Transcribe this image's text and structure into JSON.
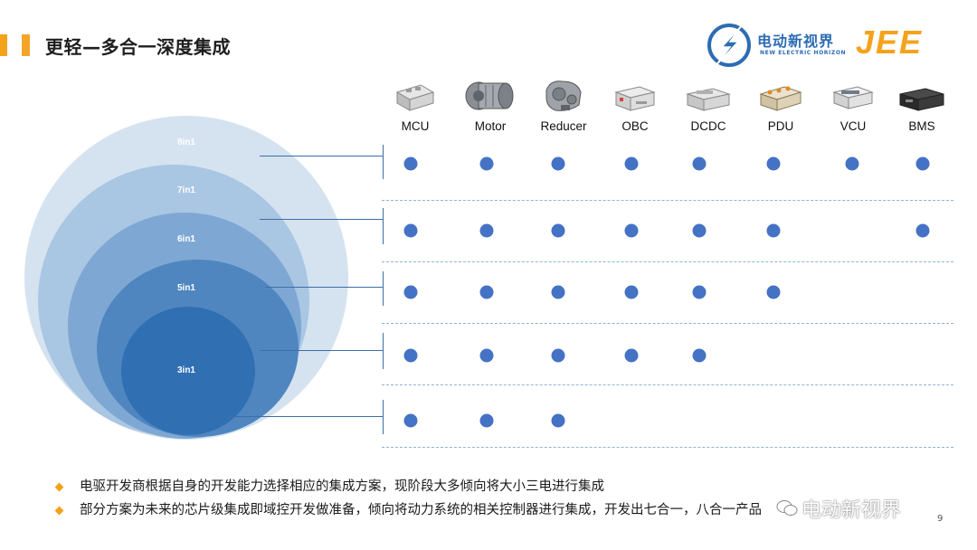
{
  "header": {
    "title": "更轻—多合一深度集成"
  },
  "logo": {
    "cn": "电动新视界",
    "en": "NEW ELECTRIC HORIZON",
    "brand": "JEE",
    "colors": {
      "blue": "#2c6cb3",
      "orange": "#f5a21b"
    }
  },
  "components": [
    {
      "label": "MCU",
      "icon": "mcu-inverter-icon"
    },
    {
      "label": "Motor",
      "icon": "motor-icon"
    },
    {
      "label": "Reducer",
      "icon": "reducer-gearbox-icon"
    },
    {
      "label": "OBC",
      "icon": "obc-charger-icon"
    },
    {
      "label": "DCDC",
      "icon": "dcdc-converter-icon"
    },
    {
      "label": "PDU",
      "icon": "pdu-icon"
    },
    {
      "label": "VCU",
      "icon": "vcu-controller-icon"
    },
    {
      "label": "BMS",
      "icon": "bms-icon"
    }
  ],
  "levels": [
    {
      "label": "8in1",
      "has": [
        true,
        true,
        true,
        true,
        true,
        true,
        true,
        true
      ]
    },
    {
      "label": "7in1",
      "has": [
        true,
        true,
        true,
        true,
        true,
        true,
        false,
        true
      ]
    },
    {
      "label": "6in1",
      "has": [
        true,
        true,
        true,
        true,
        true,
        true,
        false,
        false
      ]
    },
    {
      "label": "5in1",
      "has": [
        true,
        true,
        true,
        true,
        true,
        false,
        false,
        false
      ]
    },
    {
      "label": "3in1",
      "has": [
        true,
        true,
        true,
        false,
        false,
        false,
        false,
        false
      ]
    }
  ],
  "circle_colors": [
    "#d5e3f0",
    "#a9c6e3",
    "#7ea8d3",
    "#4f86c0",
    "#2f6fb2"
  ],
  "dot_color": "#4472c4",
  "bullets": [
    "电驱开发商根据自身的开发能力选择相应的集成方案，现阶段大多倾向将大小三电进行集成",
    "部分方案为未来的芯片级集成即域控开发做准备，倾向将动力系统的相关控制器进行集成，开发出七合一，八合一产品"
  ],
  "watermark": "电动新视界",
  "page_number": "9"
}
